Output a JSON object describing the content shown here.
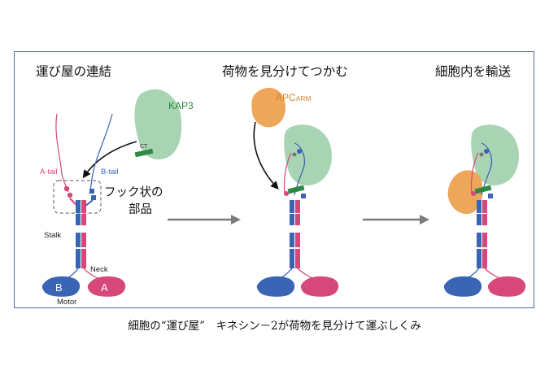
{
  "panels": [
    {
      "heading": "運び屋の連結"
    },
    {
      "heading": "荷物を見分けてつかむ"
    },
    {
      "heading": "細胞内を輸送"
    }
  ],
  "labels": {
    "kap3": "KAP3",
    "ct": "CT",
    "a_tail": "A-tail",
    "b_tail": "B-tail",
    "hook_line1": "フック状の",
    "hook_line2": "部品",
    "stalk": "Stalk",
    "neck": "Neck",
    "motor": "Motor",
    "motor_b": "B",
    "motor_a": "A",
    "apc_main": "APC",
    "apc_sub": "ARM"
  },
  "caption": "細胞の“運び屋”　キネシン－2が荷物を見分けて運ぶしくみ",
  "colors": {
    "frame": "#4a6fa0",
    "kap3": "#a9d4b3",
    "apc": "#eea65a",
    "chain_a": "#d6477a",
    "chain_b": "#3a64b4",
    "ct_bar": "#2c8a45",
    "arrow": "#7a7a7a"
  }
}
